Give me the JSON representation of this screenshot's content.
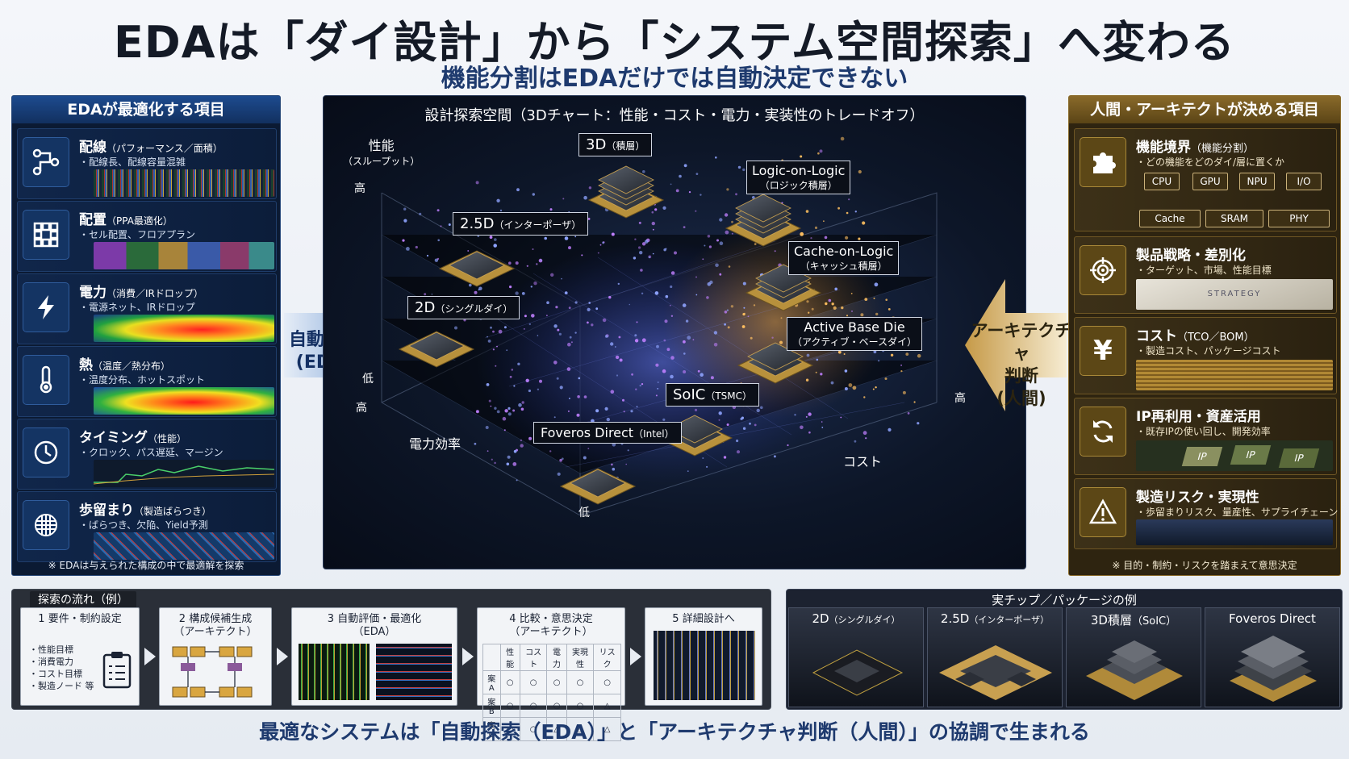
{
  "title": "EDAは「ダイ設計」から「システム空間探索」へ変わる",
  "subtitle": "機能分割はEDAだけでは自動決定できない",
  "left_panel": {
    "header": "EDAが最適化する項目",
    "items": [
      {
        "title": "配線",
        "title_note": "（パフォーマンス／面積）",
        "desc": "・配線長、配線容量混雑",
        "icon": "routing-icon"
      },
      {
        "title": "配置",
        "title_note": "（PPA最適化）",
        "desc": "・セル配置、フロアプラン",
        "icon": "grid-icon"
      },
      {
        "title": "電力",
        "title_note": "（消費／IRドロップ）",
        "desc": "・電源ネット、IRドロップ",
        "icon": "lightning-icon"
      },
      {
        "title": "熱",
        "title_note": "（温度／熱分布）",
        "desc": "・温度分布、ホットスポット",
        "icon": "thermometer-icon"
      },
      {
        "title": "タイミング",
        "title_note": "（性能）",
        "desc": "・クロック、パス遅延、マージン",
        "icon": "clock-icon"
      },
      {
        "title": "歩留まり",
        "title_note": "（製造ばらつき）",
        "desc": "・ばらつき、欠陥、Yield予測",
        "icon": "wafer-icon"
      }
    ],
    "note": "※ EDAは与えられた構成の中で最適解を探索"
  },
  "center": {
    "title": "設計探索空間（3Dチャート：性能・コスト・電力・実装性のトレードオフ）",
    "axis_perf": "性能",
    "axis_perf_sub": "（スループット）",
    "axis_power": "電力効率",
    "axis_cost": "コスト",
    "high": "高",
    "low": "低",
    "labels": [
      {
        "main": "3D",
        "sub": "（積層）"
      },
      {
        "main": "Logic-on-Logic",
        "sub": "（ロジック積層）"
      },
      {
        "main": "2.5D",
        "sub": "（インターポーザ）"
      },
      {
        "main": "Cache-on-Logic",
        "sub": "（キャッシュ積層）"
      },
      {
        "main": "2D",
        "sub": "（シングルダイ）"
      },
      {
        "main": "Active Base Die",
        "sub": "（アクティブ・ベースダイ）"
      },
      {
        "main": "SoIC",
        "sub": "（TSMC）"
      },
      {
        "main": "Foveros Direct",
        "sub": "（Intel）"
      }
    ]
  },
  "arrows": {
    "left": [
      "自動探索",
      "(EDA)"
    ],
    "right": [
      "アーキテクチャ",
      "判断",
      "(人間)"
    ]
  },
  "right_panel": {
    "header": "人間・アーキテクトが決める項目",
    "items": [
      {
        "title": "機能境界",
        "title_note": "（機能分割）",
        "desc": "・どの機能をどのダイ/層に置くか",
        "icon": "puzzle-icon"
      },
      {
        "title": "製品戦略・差別化",
        "title_note": "",
        "desc": "・ターゲット、市場、性能目標",
        "icon": "target-icon"
      },
      {
        "title": "コスト",
        "title_note": "（TCO／BOM）",
        "desc": "・製造コスト、パッケージコスト",
        "icon": "yen-icon"
      },
      {
        "title": "IP再利用・資産活用",
        "title_note": "",
        "desc": "・既存IPの使い回し、開発効率",
        "icon": "refresh-icon"
      },
      {
        "title": "製造リスク・実現性",
        "title_note": "",
        "desc": "・歩留まりリスク、量産性、サプライチェーン",
        "icon": "warning-icon"
      }
    ],
    "blocks_top": [
      "CPU",
      "GPU",
      "NPU",
      "I/O"
    ],
    "blocks_bottom": [
      "Cache",
      "SRAM",
      "PHY"
    ],
    "strategy_text": "STRATEGY",
    "ip_chips": [
      "IP",
      "IP",
      "IP"
    ],
    "note": "※ 目的・制約・リスクを踏まえて意思決定"
  },
  "flow": {
    "header": "探索の流れ（例）",
    "steps": [
      {
        "label": "1 要件・制約設定",
        "sub": "",
        "items": [
          "・性能目標",
          "・消費電力",
          "・コスト目標",
          "・製造ノード 等"
        ]
      },
      {
        "label": "2 構成候補生成",
        "sub": "（アーキテクト）"
      },
      {
        "label": "3 自動評価・最適化",
        "sub": "（EDA）"
      },
      {
        "label": "4 比較・意思決定",
        "sub": "（アーキテクト）"
      },
      {
        "label": "5 詳細設計へ",
        "sub": ""
      }
    ],
    "compare_table": {
      "headers": [
        "",
        "性能",
        "コスト",
        "電力",
        "実現性",
        "リスク"
      ],
      "rows": [
        [
          "案A",
          "○",
          "○",
          "○",
          "○",
          "○"
        ],
        [
          "案B",
          "○",
          "○",
          "○",
          "○",
          "△"
        ],
        [
          "案C",
          "○",
          "○",
          "△",
          "△",
          "△"
        ]
      ]
    }
  },
  "chips": {
    "header": "実チップ／パッケージの例",
    "items": [
      {
        "main": "2D",
        "sub": "（シングルダイ）"
      },
      {
        "main": "2.5D",
        "sub": "（インターポーザ）"
      },
      {
        "main": "3D積層",
        "sub": "（SoIC）"
      },
      {
        "main": "Foveros Direct",
        "sub": ""
      }
    ]
  },
  "footer": "最適なシステムは「自動探索（EDA）」と「アーキテクチャ判断（人間）」の協調で生まれる"
}
